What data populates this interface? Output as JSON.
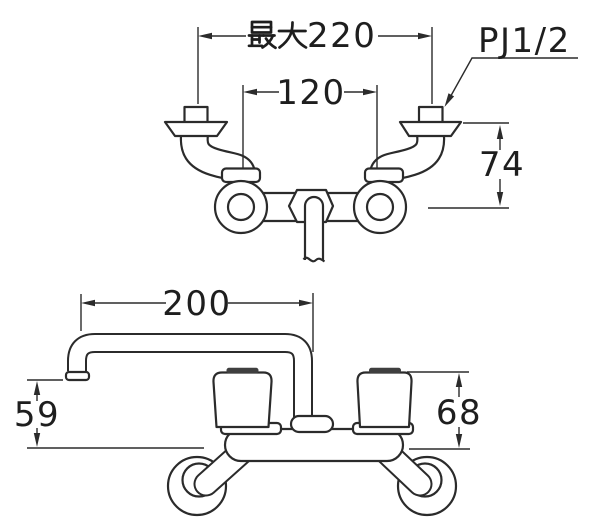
{
  "page": {
    "background": "#ffffff"
  },
  "colors": {
    "line": "#2b2b2b",
    "text": "#1e1e1e",
    "handle_cap": "#3f3f3f"
  },
  "top_view": {
    "description": "rear view of wall-mount faucet",
    "dim_max_width": {
      "prefix_kanji": "最大",
      "value": "220",
      "full_label": "最大220"
    },
    "dim_center_distance": {
      "value": "120"
    },
    "dim_wall_depth": {
      "value": "74"
    },
    "callout_thread": {
      "label": "PJ1/2"
    }
  },
  "side_view": {
    "description": "side view of faucet with spout and handles",
    "dim_spout_reach": {
      "value": "200"
    },
    "dim_spout_height": {
      "value": "59"
    },
    "dim_handle_height": {
      "value": "68"
    }
  }
}
